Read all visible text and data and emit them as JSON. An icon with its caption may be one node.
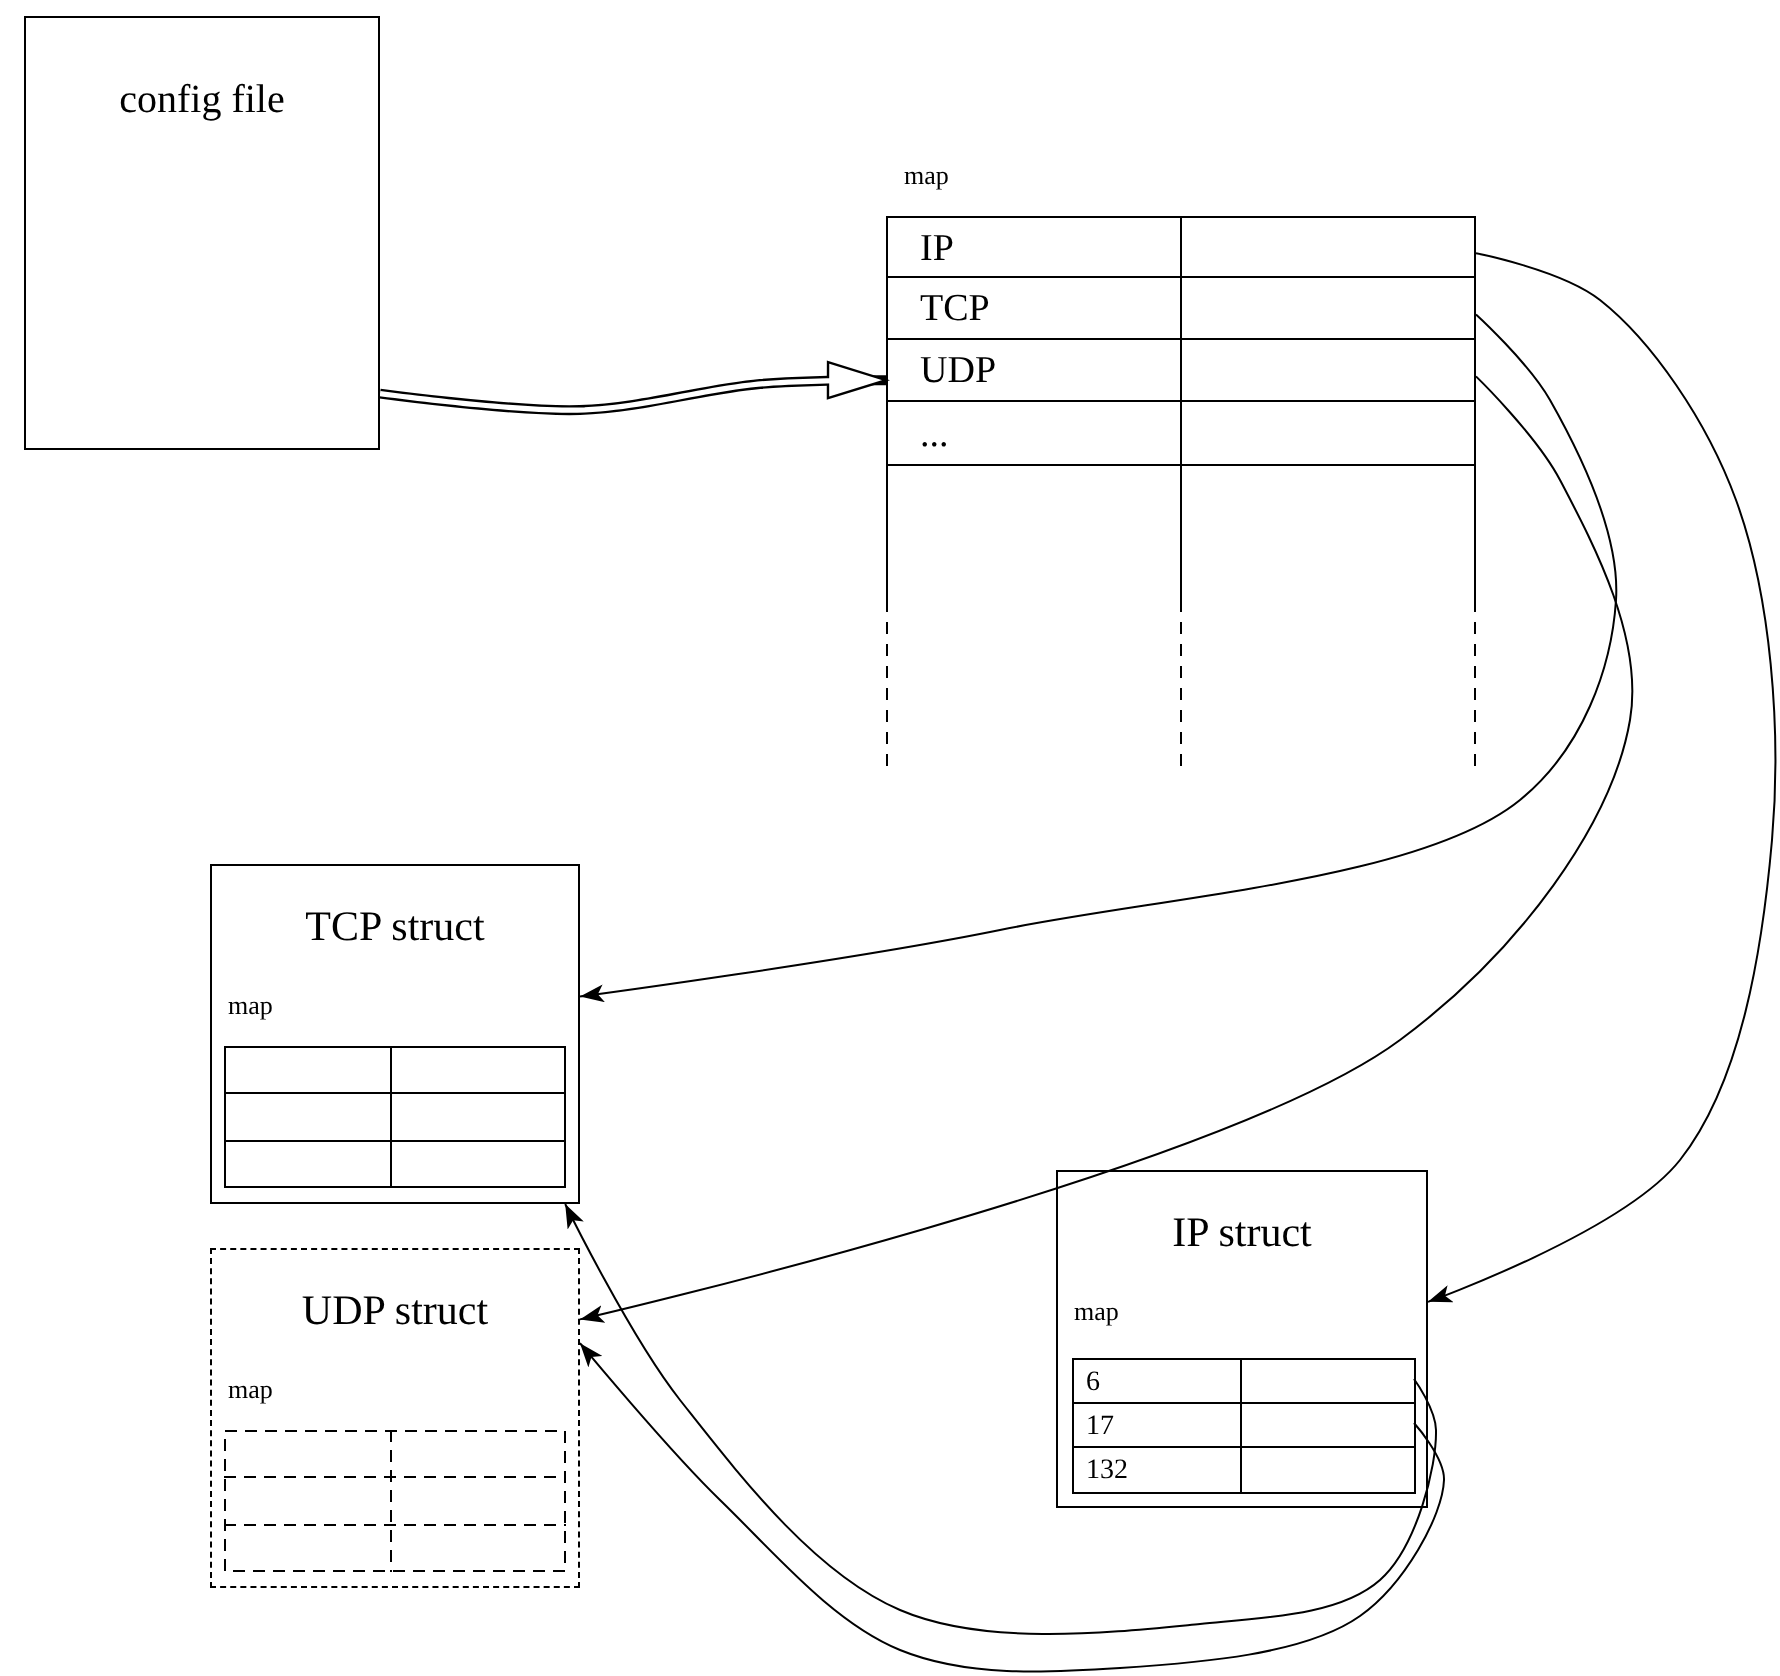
{
  "diagram": {
    "nodes": [
      {
        "text": [
          "config file"
        ]
      },
      {
        "text": [
          "map"
        ]
      },
      {
        "text": [
          "IP"
        ],
        "in": 1
      },
      {
        "text": [],
        "shape": "box",
        "in": 1
      },
      {
        "text": [
          "TCP"
        ],
        "in": 1
      },
      {
        "text": [],
        "shape": "box",
        "in": 1
      },
      {
        "text": [
          "UDP"
        ],
        "in": 1
      },
      {
        "text": [],
        "shape": "box",
        "in": 1
      },
      {
        "text": [
          "..."
        ],
        "in": 1
      },
      {
        "text": [
          "TCP struct",
          "map"
        ]
      },
      {
        "text": [
          "UDP struct",
          "map"
        ]
      },
      {
        "text": [
          "IP struct",
          "map"
        ]
      },
      {
        "text": [
          "6"
        ],
        "in": 11
      },
      {
        "text": [],
        "shape": "box",
        "in": 11
      },
      {
        "text": [
          "17"
        ],
        "in": 11
      },
      {
        "text": [],
        "shape": "box",
        "in": 11
      },
      {
        "text": [
          "132"
        ],
        "in": 11
      }
    ],
    "edges": [
      {
        "from": 0,
        "to": 1,
        "arrow": "to",
        "style": "thick"
      },
      {
        "from": 3,
        "to": 11,
        "arrow": "to"
      },
      {
        "from": 5,
        "to": 9,
        "arrow": "to"
      },
      {
        "from": 7,
        "to": 10,
        "arrow": "to"
      },
      {
        "from": 13,
        "to": 9,
        "arrow": "to"
      },
      {
        "from": 15,
        "to": 10,
        "arrow": "to"
      }
    ]
  }
}
